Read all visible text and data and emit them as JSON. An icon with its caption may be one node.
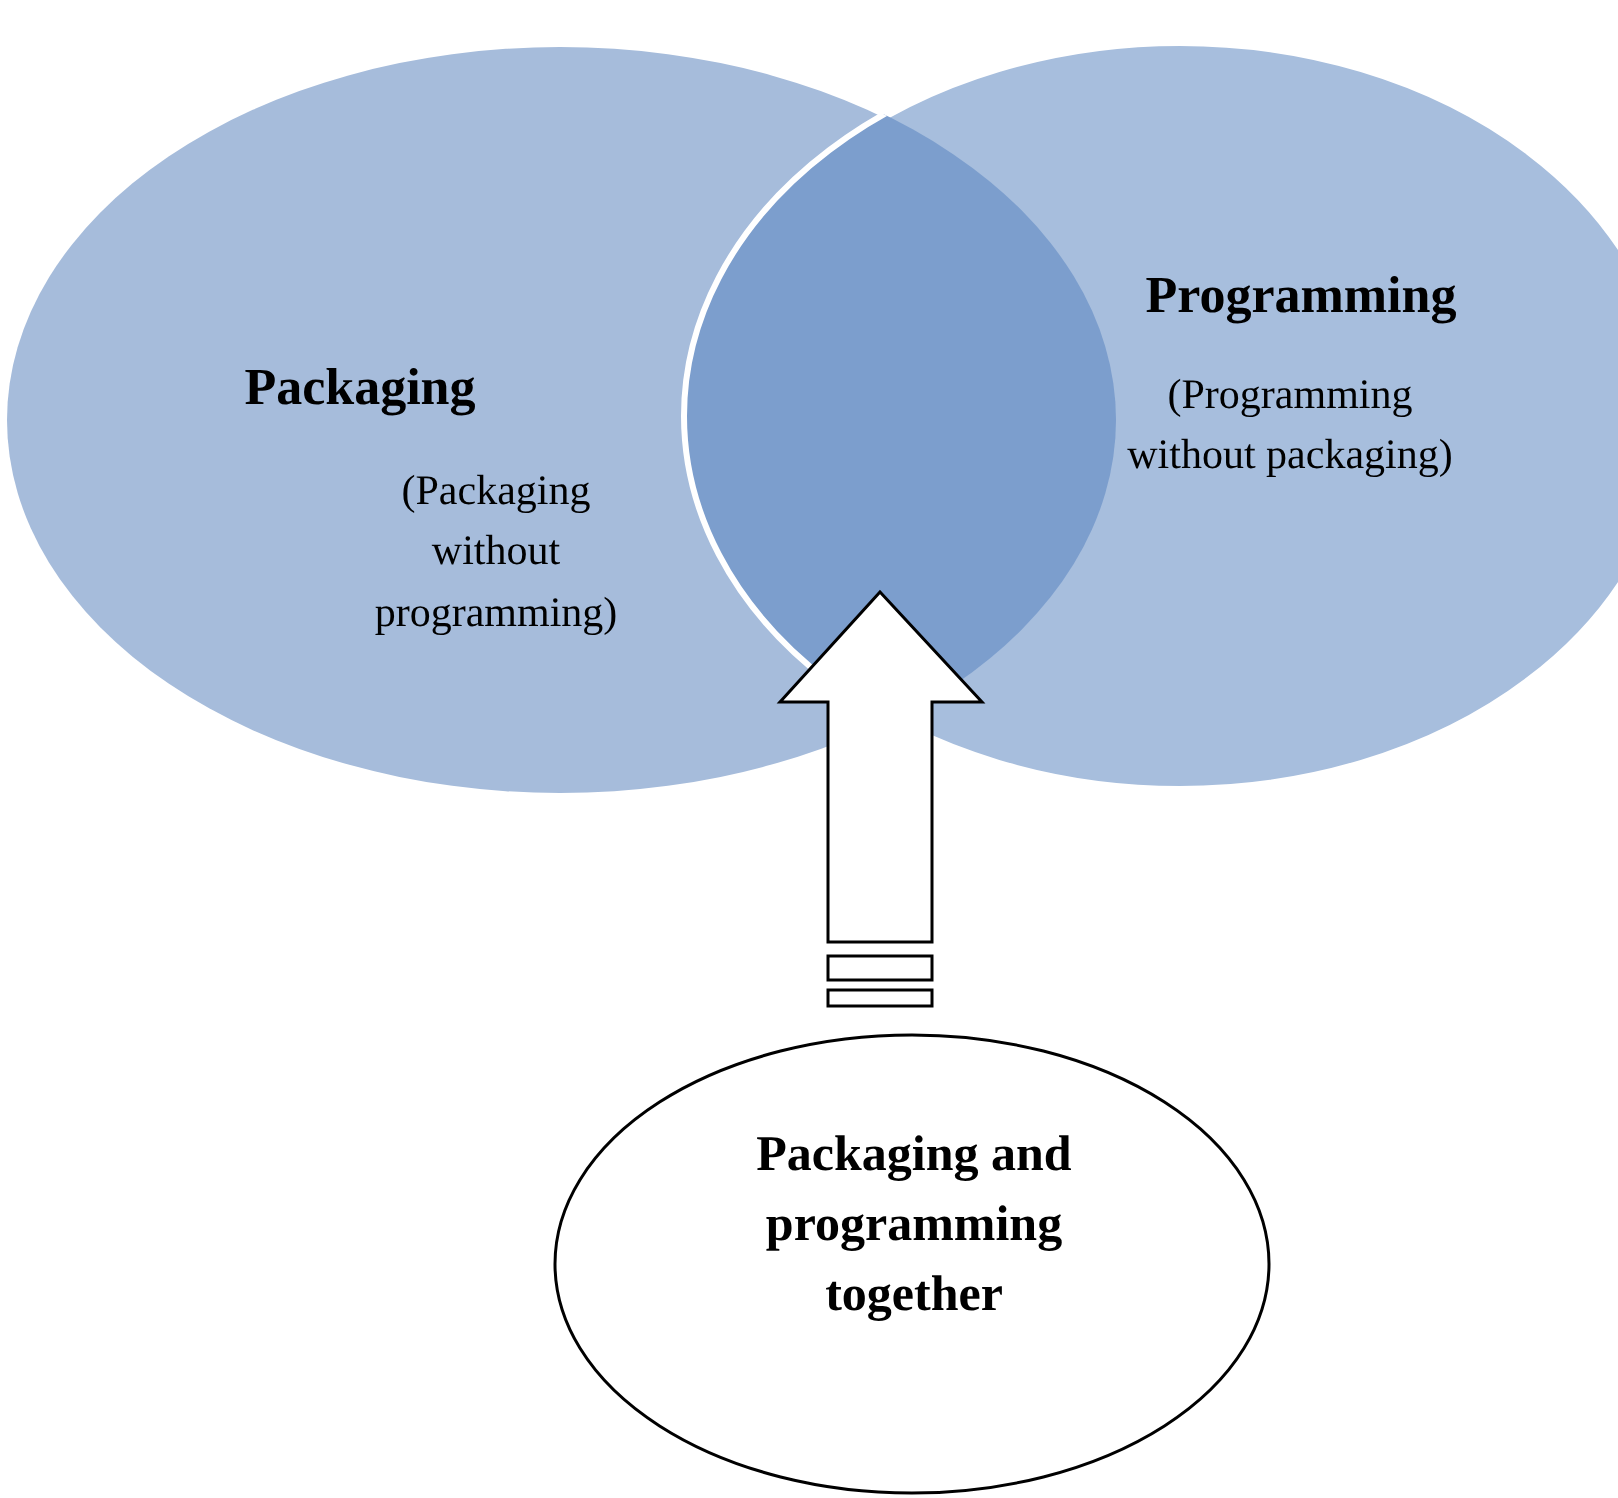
{
  "diagram": {
    "nodes": [
      {
        "text": [
          "Packaging",
          "(Packaging without programming)"
        ]
      },
      {
        "text": [
          "Programming",
          "(Programming without packaging)"
        ]
      },
      {
        "text": [],
        "shape": "lens"
      },
      {
        "text": [
          "Packaging and programming together"
        ]
      }
    ],
    "edges": [
      {
        "from": 3,
        "to": 2,
        "arrow": "to",
        "style": "thick"
      }
    ]
  }
}
